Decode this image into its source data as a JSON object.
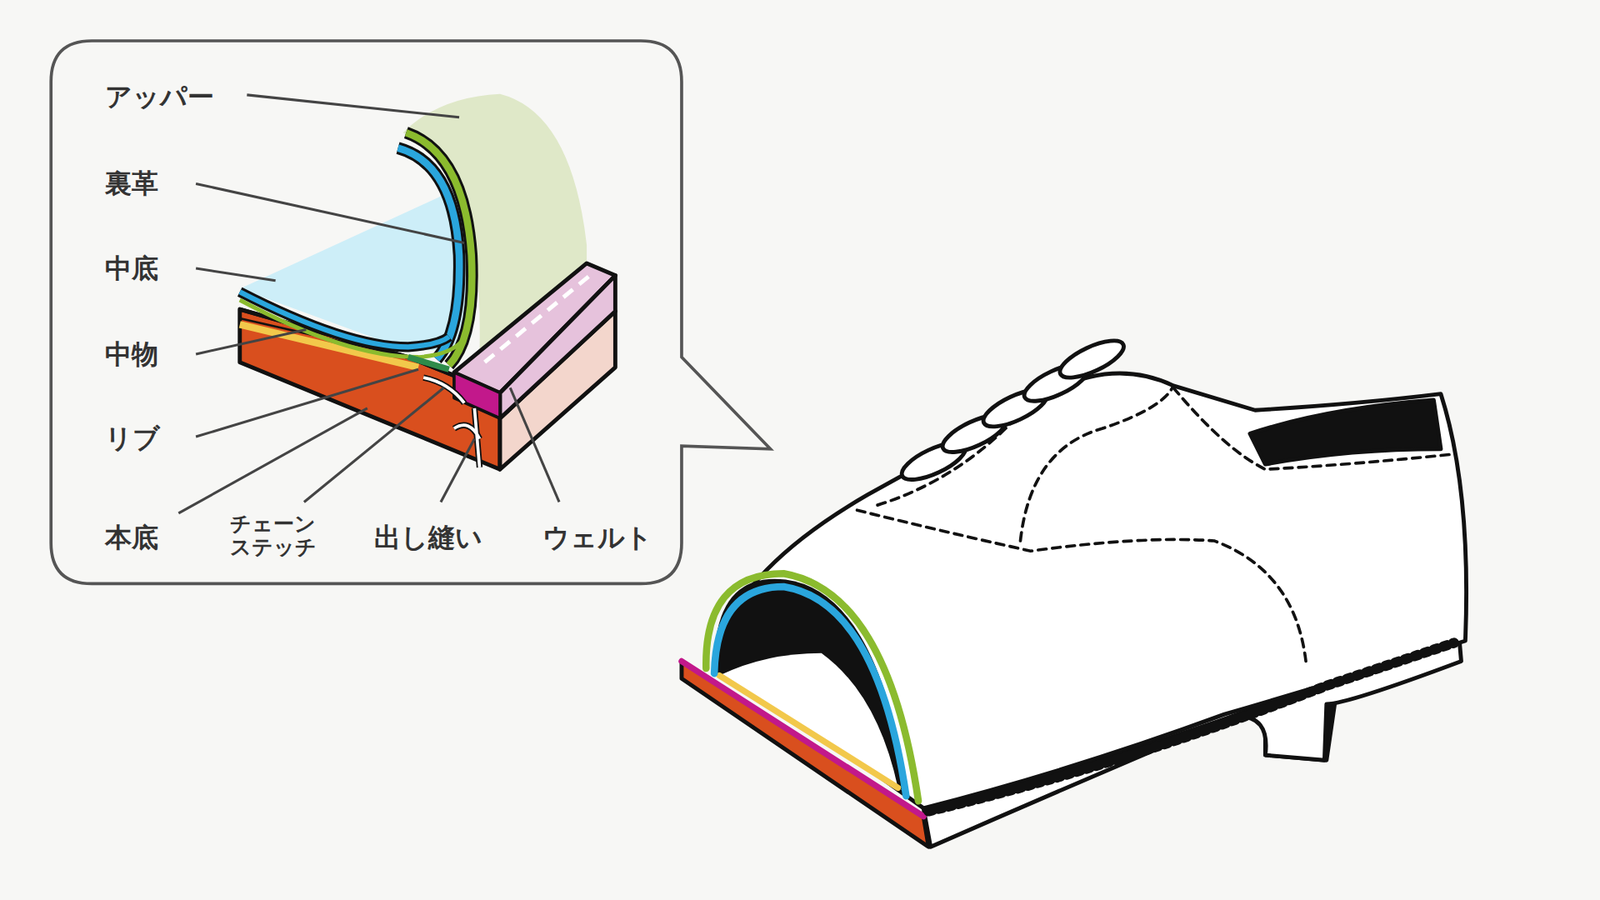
{
  "diagram": {
    "labels": [
      "アッパー",
      "裏革",
      "中底",
      "中物",
      "リブ",
      "本底",
      "チェーン ステッチ",
      "出し縫い",
      "ウェルト"
    ]
  }
}
